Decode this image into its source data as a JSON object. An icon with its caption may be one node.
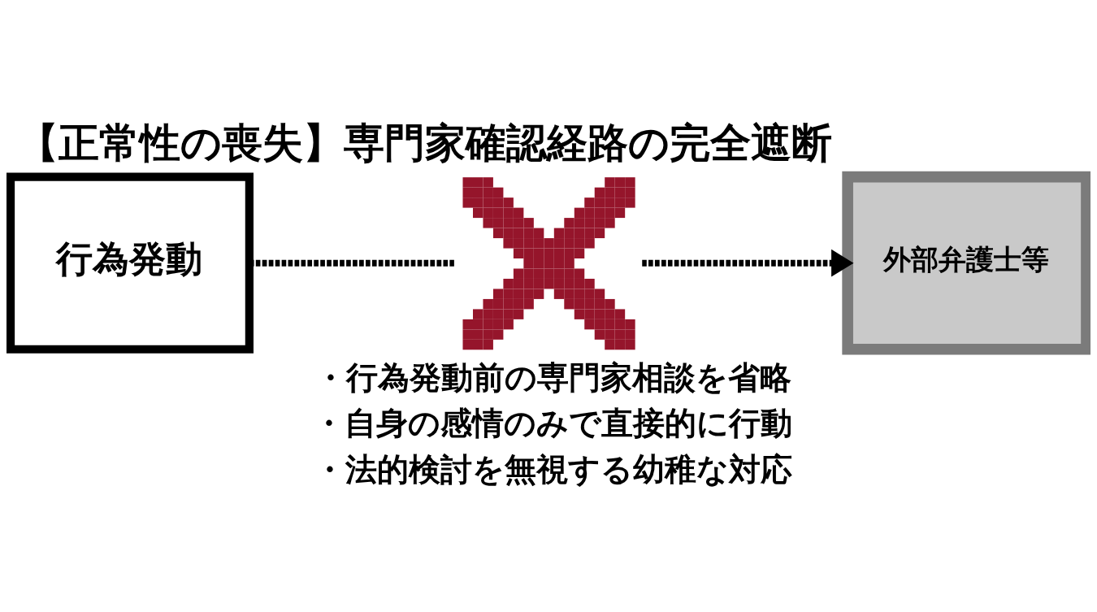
{
  "diagram": {
    "title": "【正常性の喪失】専門家確認経路の完全遮断",
    "nodes": [
      {
        "text": [
          "行為発動"
        ]
      },
      {
        "text": [],
        "shape": "cross"
      },
      {
        "text": [
          "外部弁護士等"
        ]
      }
    ],
    "edges": [
      {
        "from": 0,
        "to": 1,
        "arrow": "none",
        "style": "dashed"
      },
      {
        "from": 1,
        "to": 2,
        "arrow": "to",
        "style": "dashed"
      }
    ],
    "labels": [
      "・行為発動前の専門家相談を省略",
      "・自身の感情のみで直接的に行動",
      "・法的検討を無視する幼稚な対応"
    ]
  }
}
